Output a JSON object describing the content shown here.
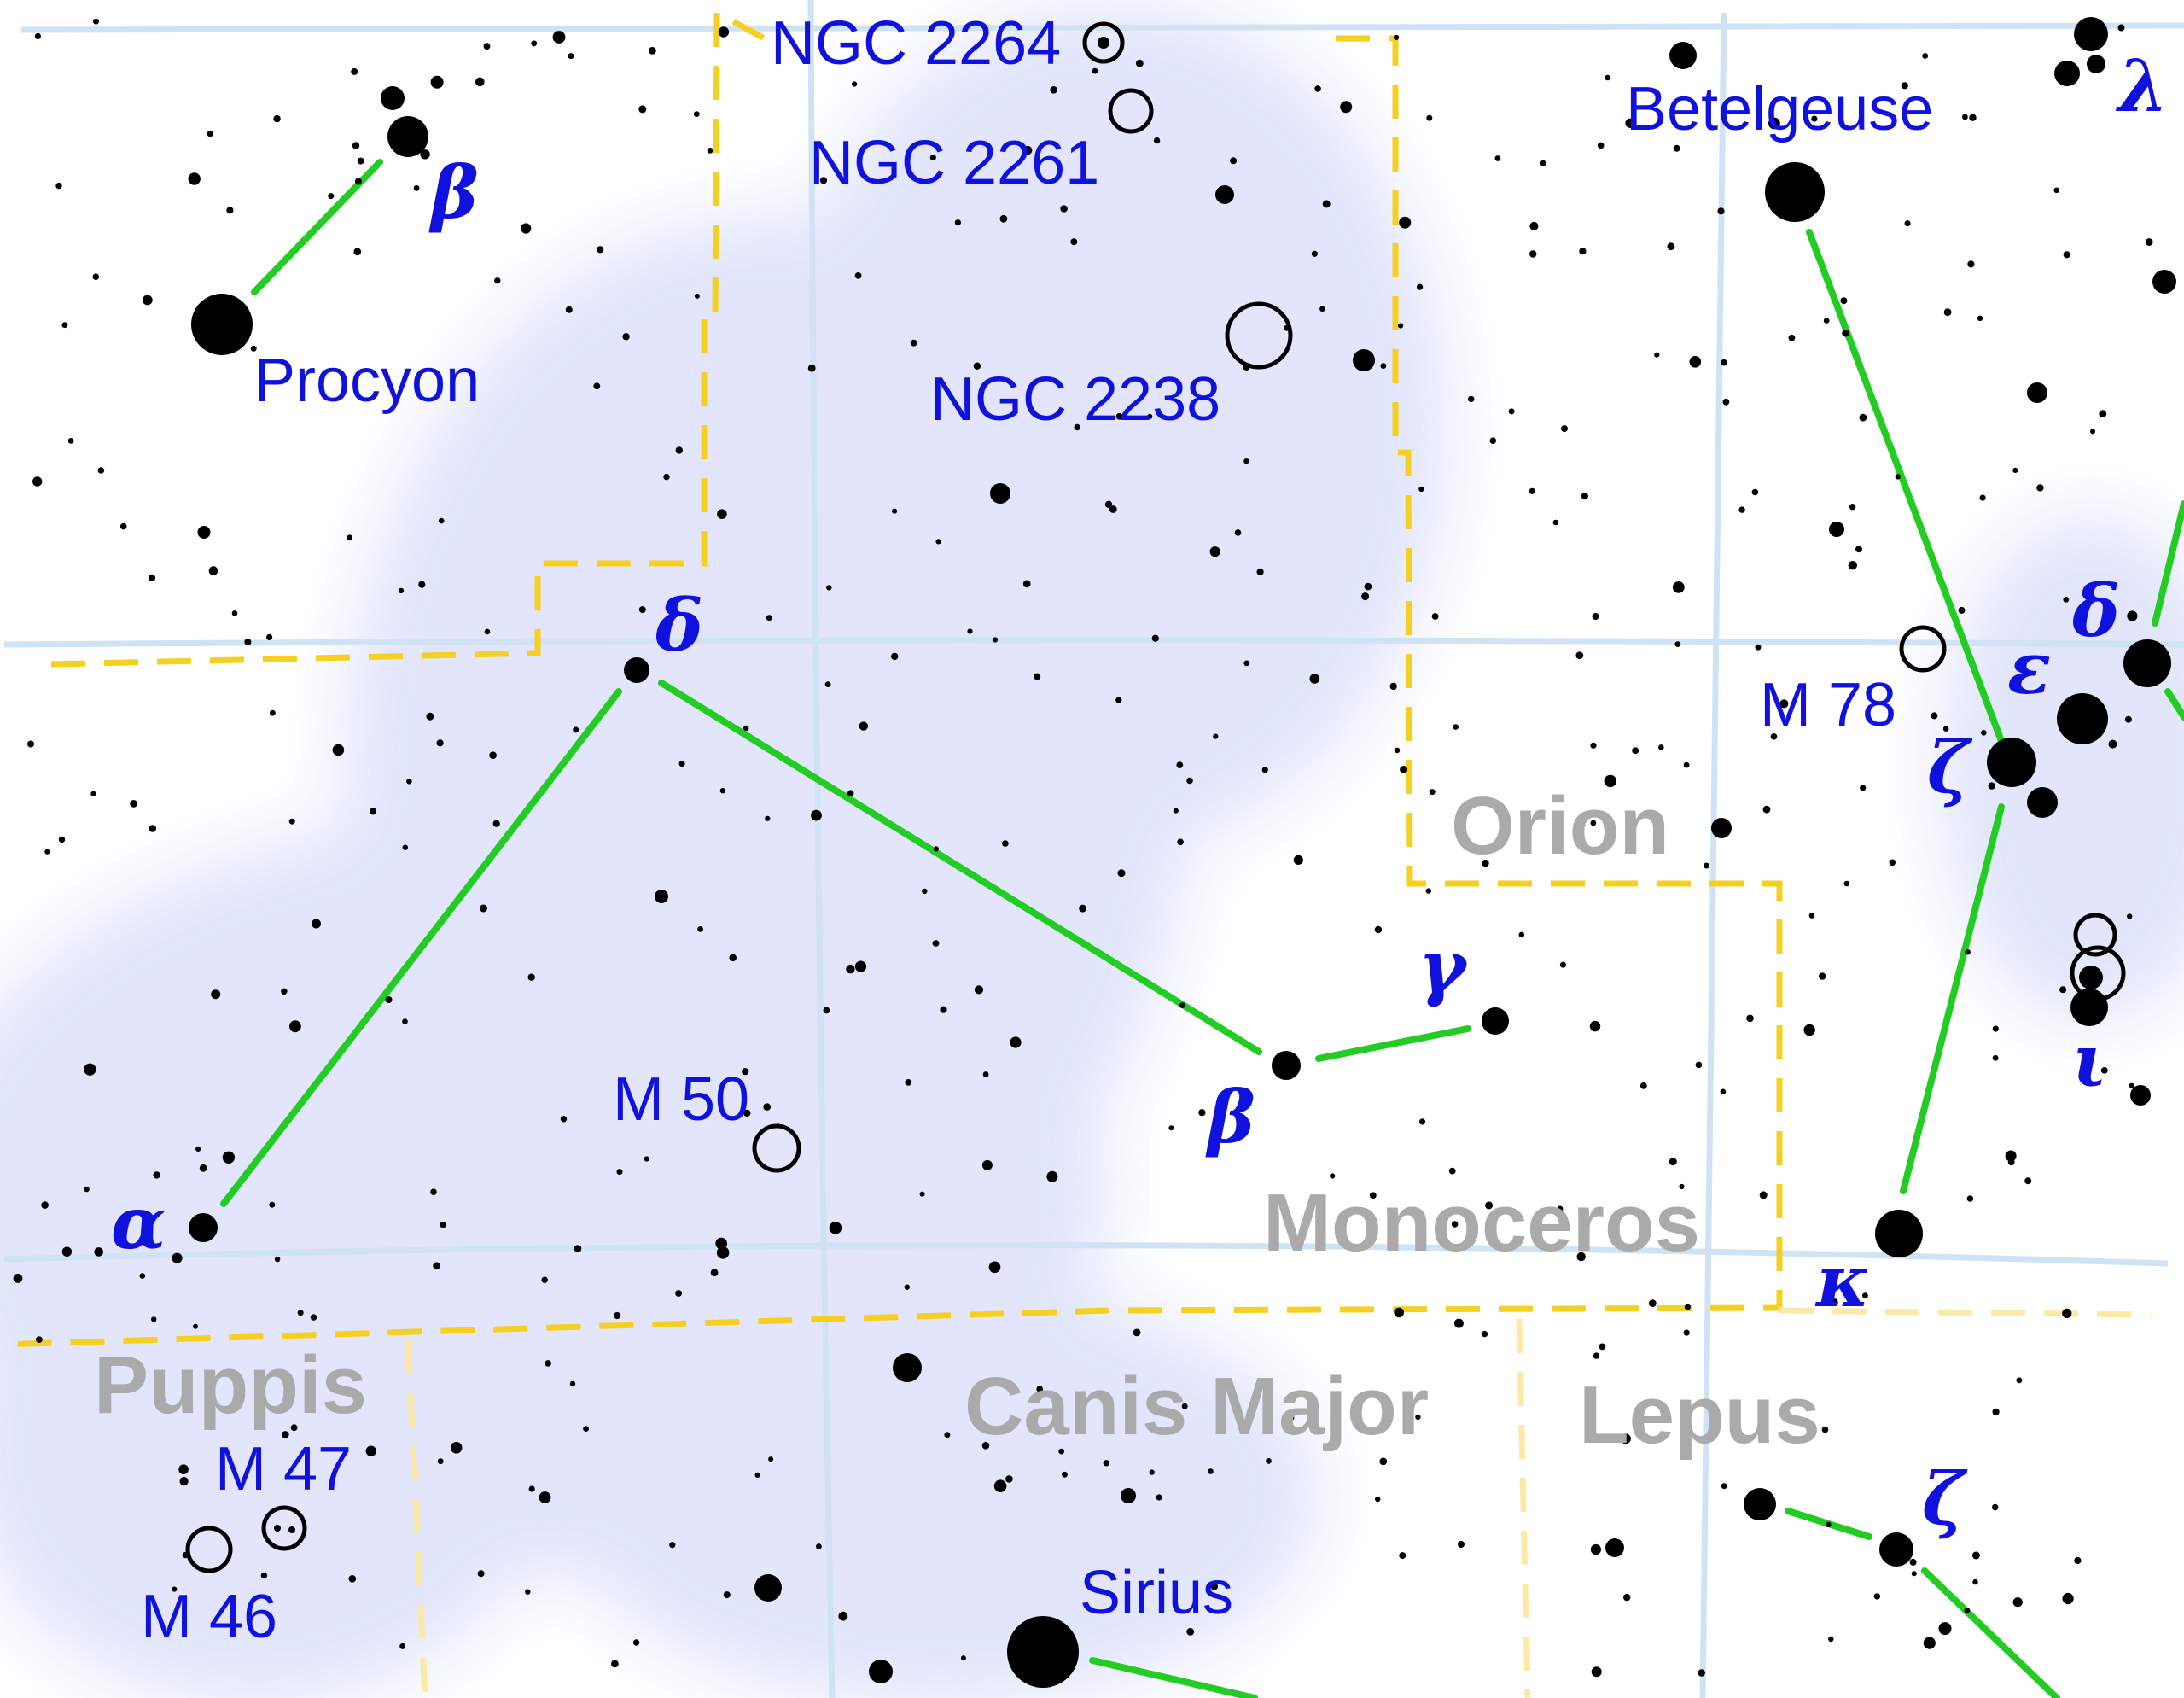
{
  "constellations": {
    "orion": "Orion",
    "monoceros": "Monoceros",
    "puppis": "Puppis",
    "canis_major": "Canis Major",
    "lepus": "Lepus"
  },
  "named_stars": {
    "procyon": "Procyon",
    "betelgeuse": "Betelgeuse",
    "sirius": "Sirius"
  },
  "objects": {
    "ngc2264": "NGC 2264",
    "ngc2261": "NGC 2261",
    "ngc2238": "NGC 2238",
    "m78": "M 78",
    "m50": "M 50",
    "m47": "M 47",
    "m46": "M 46"
  },
  "greek": {
    "cmi_beta": "β",
    "mon_delta": "δ",
    "mon_alpha": "α",
    "mon_beta": "β",
    "mon_gamma": "γ",
    "ori_lambda": "λ",
    "ori_delta": "δ",
    "ori_epsilon": "ε",
    "ori_zeta": "ζ",
    "ori_iota": "ι",
    "ori_kappa": "κ",
    "lep_zeta": "ζ"
  },
  "colors": {
    "background": "#ffffff",
    "milky_way": "#dfe3fb",
    "grid": "#cfe3f4",
    "boundary": "#f5d020",
    "boundary_faint": "#fbe9a6",
    "stick_figure": "#22cc22",
    "star": "#000000",
    "label": "#1111dd",
    "constellation_label": "#aaaaaa"
  }
}
